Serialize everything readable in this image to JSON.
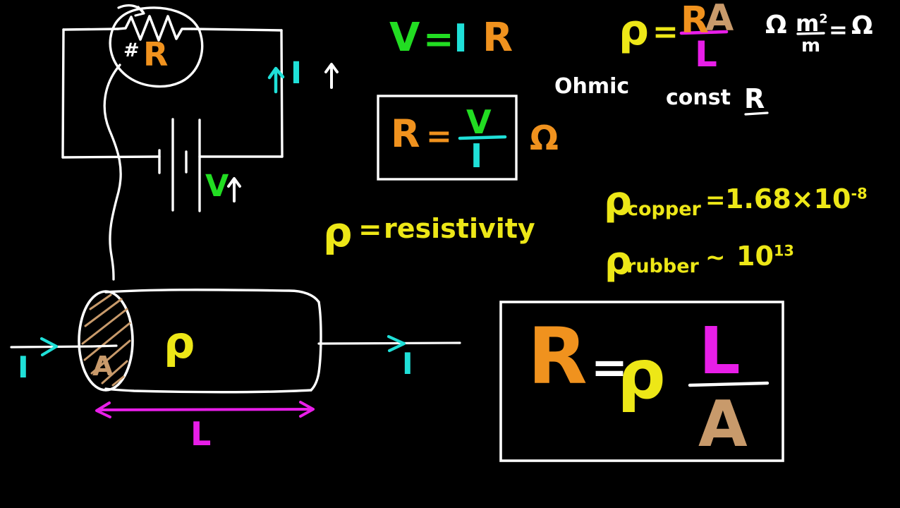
{
  "board": {
    "background_color": "#000000",
    "title": "Resistance and Resistivity whiteboard notes"
  },
  "palette": {
    "chalk_white": "#FFFFFF",
    "orange": "#F0921E",
    "cyan": "#1FE0D8",
    "green": "#22DD22",
    "yellow": "#EDE717",
    "magenta": "#E81EE8",
    "tan": "#C89A6B"
  },
  "circuit": {
    "resistor_label": "R",
    "resistor_hash": "#",
    "current_label": "I",
    "voltage_label": "V",
    "current_arrow": "↑",
    "voltage_arrow": "↑",
    "cyan_arrow": "↑",
    "name": "simple series circuit with battery and resistor"
  },
  "formulas": {
    "ohms_law": {
      "v": "V",
      "eq": "=",
      "i": "I",
      "r": "R"
    },
    "boxed_resistance": {
      "r": "R",
      "eq": "=",
      "numerator": "V",
      "denominator": "I",
      "unit": "Ω"
    },
    "rho_definition": {
      "rho": "ρ",
      "eq": "=",
      "num_r": "R",
      "num_a": "A",
      "den_l": "L"
    },
    "unit_check": {
      "omega": "Ω",
      "numerator": "m",
      "numerator_exponent": "2",
      "denominator": "m",
      "eq": "=",
      "result": "Ω"
    },
    "ohmic_note": "Ohmic",
    "const_r_note": "const",
    "const_r_symbol": "R",
    "rho_is": {
      "rho": "ρ",
      "eq": "=",
      "word": "resistivity"
    },
    "resistivity_values": [
      {
        "symbol": "ρ",
        "subscript": "copper",
        "relation": "=",
        "mantissa": "1.68×10",
        "exponent": "-8"
      },
      {
        "symbol": "ρ",
        "subscript": "rubber",
        "relation": "~",
        "mantissa": "10",
        "exponent": "13"
      }
    ],
    "boxed_resistivity": {
      "r": "R",
      "eq": "=",
      "rho": "ρ",
      "numerator": "L",
      "denominator": "A"
    }
  },
  "wire_diagram": {
    "current_in_label": "I",
    "current_out_label": "I",
    "area_label": "A",
    "rho_label": "ρ",
    "length_label": "L",
    "name": "cylindrical conductor with cross-sectional area A, resistivity rho, length L"
  }
}
